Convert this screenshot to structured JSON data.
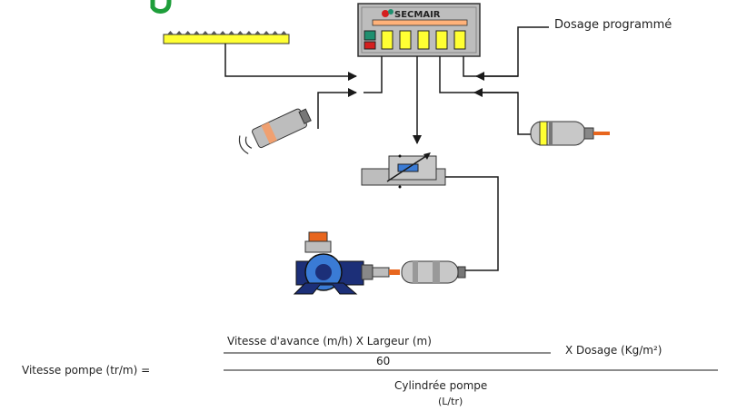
{
  "controller": {
    "brand": "SECMAIR"
  },
  "labels": {
    "programmed_dosage": "Dosage programmé"
  },
  "formula": {
    "lhs": "Vitesse pompe (tr/m) =",
    "numerator_top": "Vitesse d'avance (m/h) X Largeur (m)",
    "numerator_divisor": "60",
    "multiplier": "X Dosage (Kg/m²)",
    "denominator_line1": "Cylindrée  pompe",
    "denominator_line2": "(L/tr)"
  },
  "colors": {
    "line": "#1a1a1a",
    "panel_gray": "#bdbdbd",
    "panel_bar": "#ffb27a",
    "indicator_yellow": "#ffff33",
    "indicator_green": "#1f8f6f",
    "indicator_red": "#d41f1f",
    "sensor_stripe": "#f0a070",
    "valve_blue": "#3a7bd5",
    "pump_blue": "#1c2f78",
    "pump_orange": "#e8661e",
    "corner_green": "#1e9e3a"
  },
  "icons": [
    "speed-sensor-bar-icon",
    "radar-sensor-icon",
    "encoder-icon",
    "proportional-valve-icon",
    "pump-icon",
    "hydraulic-motor-icon"
  ]
}
